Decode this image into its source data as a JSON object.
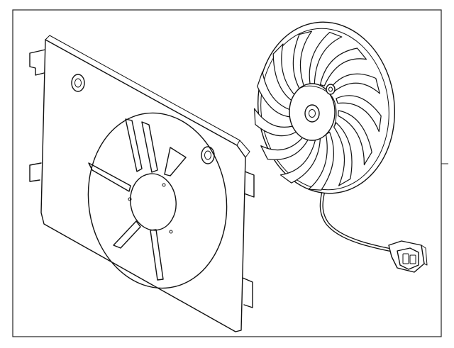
{
  "diagram": {
    "parts": [
      {
        "id": "shroud",
        "name": "fan-shroud"
      },
      {
        "id": "fan",
        "name": "cooling-fan-with-motor"
      },
      {
        "id": "harness",
        "name": "wiring-harness-with-connector"
      }
    ],
    "colors": {
      "line": "#111111",
      "background": "#ffffff",
      "frame": "#222222"
    }
  }
}
